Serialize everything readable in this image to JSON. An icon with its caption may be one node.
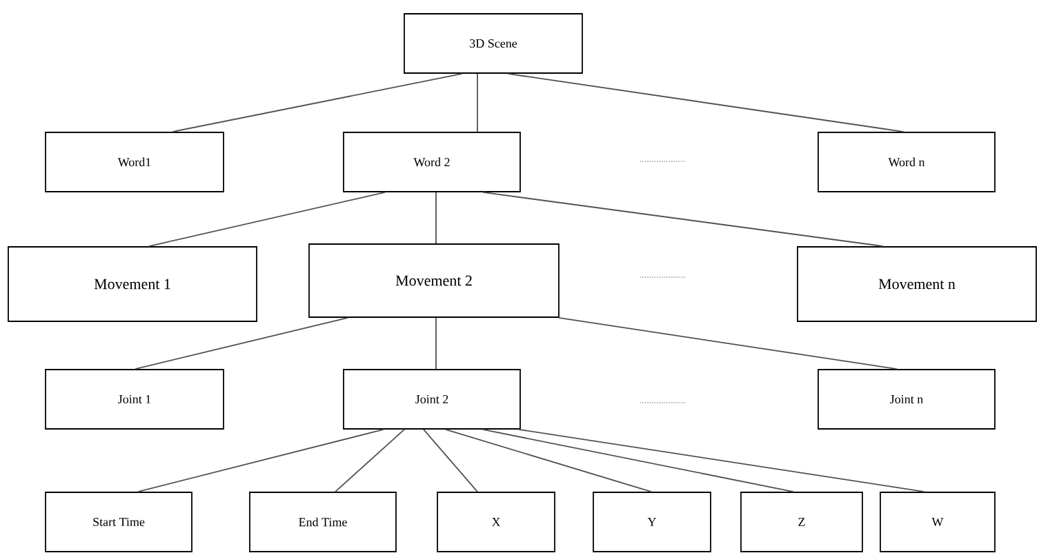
{
  "diagram": {
    "nodes": [
      {
        "text": [
          "3D Scene"
        ]
      },
      {
        "text": [
          "Word1"
        ]
      },
      {
        "text": [
          "Word 2"
        ]
      },
      {
        "text": [
          "Word n"
        ]
      },
      {
        "text": [
          "Movement 1"
        ]
      },
      {
        "text": [
          "Movement 2"
        ]
      },
      {
        "text": [
          "Movement n"
        ]
      },
      {
        "text": [
          "Joint 1"
        ]
      },
      {
        "text": [
          "Joint 2"
        ]
      },
      {
        "text": [
          "Joint n"
        ]
      },
      {
        "text": [
          "Start Time"
        ]
      },
      {
        "text": [
          "End Time"
        ]
      },
      {
        "text": [
          "X"
        ]
      },
      {
        "text": [
          "Y"
        ]
      },
      {
        "text": [
          "Z"
        ]
      },
      {
        "text": [
          "W"
        ]
      }
    ],
    "edges": [
      {
        "from": 0,
        "to": 1,
        "arrow": "none"
      },
      {
        "from": 0,
        "to": 2,
        "arrow": "none"
      },
      {
        "from": 0,
        "to": 3,
        "arrow": "none"
      },
      {
        "from": 2,
        "to": 4,
        "arrow": "none"
      },
      {
        "from": 2,
        "to": 5,
        "arrow": "none"
      },
      {
        "from": 2,
        "to": 6,
        "arrow": "none"
      },
      {
        "from": 5,
        "to": 7,
        "arrow": "none"
      },
      {
        "from": 5,
        "to": 8,
        "arrow": "none"
      },
      {
        "from": 5,
        "to": 9,
        "arrow": "none"
      },
      {
        "from": 8,
        "to": 10,
        "arrow": "none"
      },
      {
        "from": 8,
        "to": 11,
        "arrow": "none"
      },
      {
        "from": 8,
        "to": 12,
        "arrow": "none"
      },
      {
        "from": 8,
        "to": 13,
        "arrow": "none"
      },
      {
        "from": 8,
        "to": 14,
        "arrow": "none"
      },
      {
        "from": 8,
        "to": 15,
        "arrow": "none"
      }
    ],
    "labels": [
      "...................",
      "...................",
      "..................."
    ]
  }
}
